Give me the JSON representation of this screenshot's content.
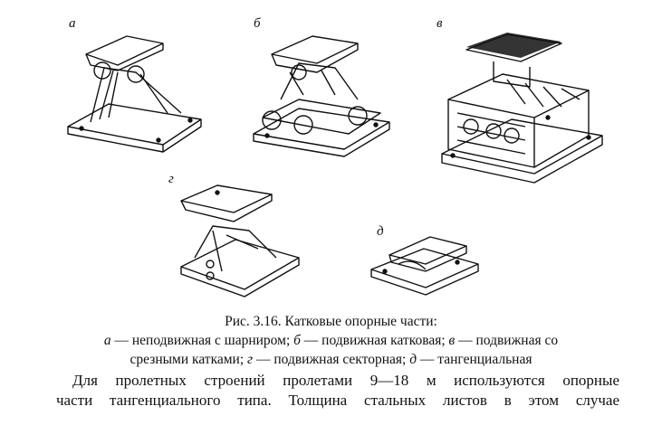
{
  "figure": {
    "labels": {
      "a": "а",
      "b": "б",
      "v": "в",
      "g": "г",
      "d": "д"
    }
  },
  "caption": {
    "title": "Рис. 3.16. Катковые опорные части:",
    "line2": [
      {
        "letter": "а",
        "text": " — неподвижная с шарниром; "
      },
      {
        "letter": "б",
        "text": " — подвижная катковая; "
      },
      {
        "letter": "в",
        "text": " — подвижная со"
      }
    ],
    "line3": [
      {
        "text": "срезными катками; "
      },
      {
        "letter": "г",
        "text": " — подвижная секторная; "
      },
      {
        "letter": "д",
        "text": " — тангенциальная"
      }
    ]
  },
  "body": {
    "line1": "Для пролетных строений пролетами 9—18 м используются опорные",
    "line2": "части тангенциального типа. Толщина стальных листов в этом случае"
  }
}
